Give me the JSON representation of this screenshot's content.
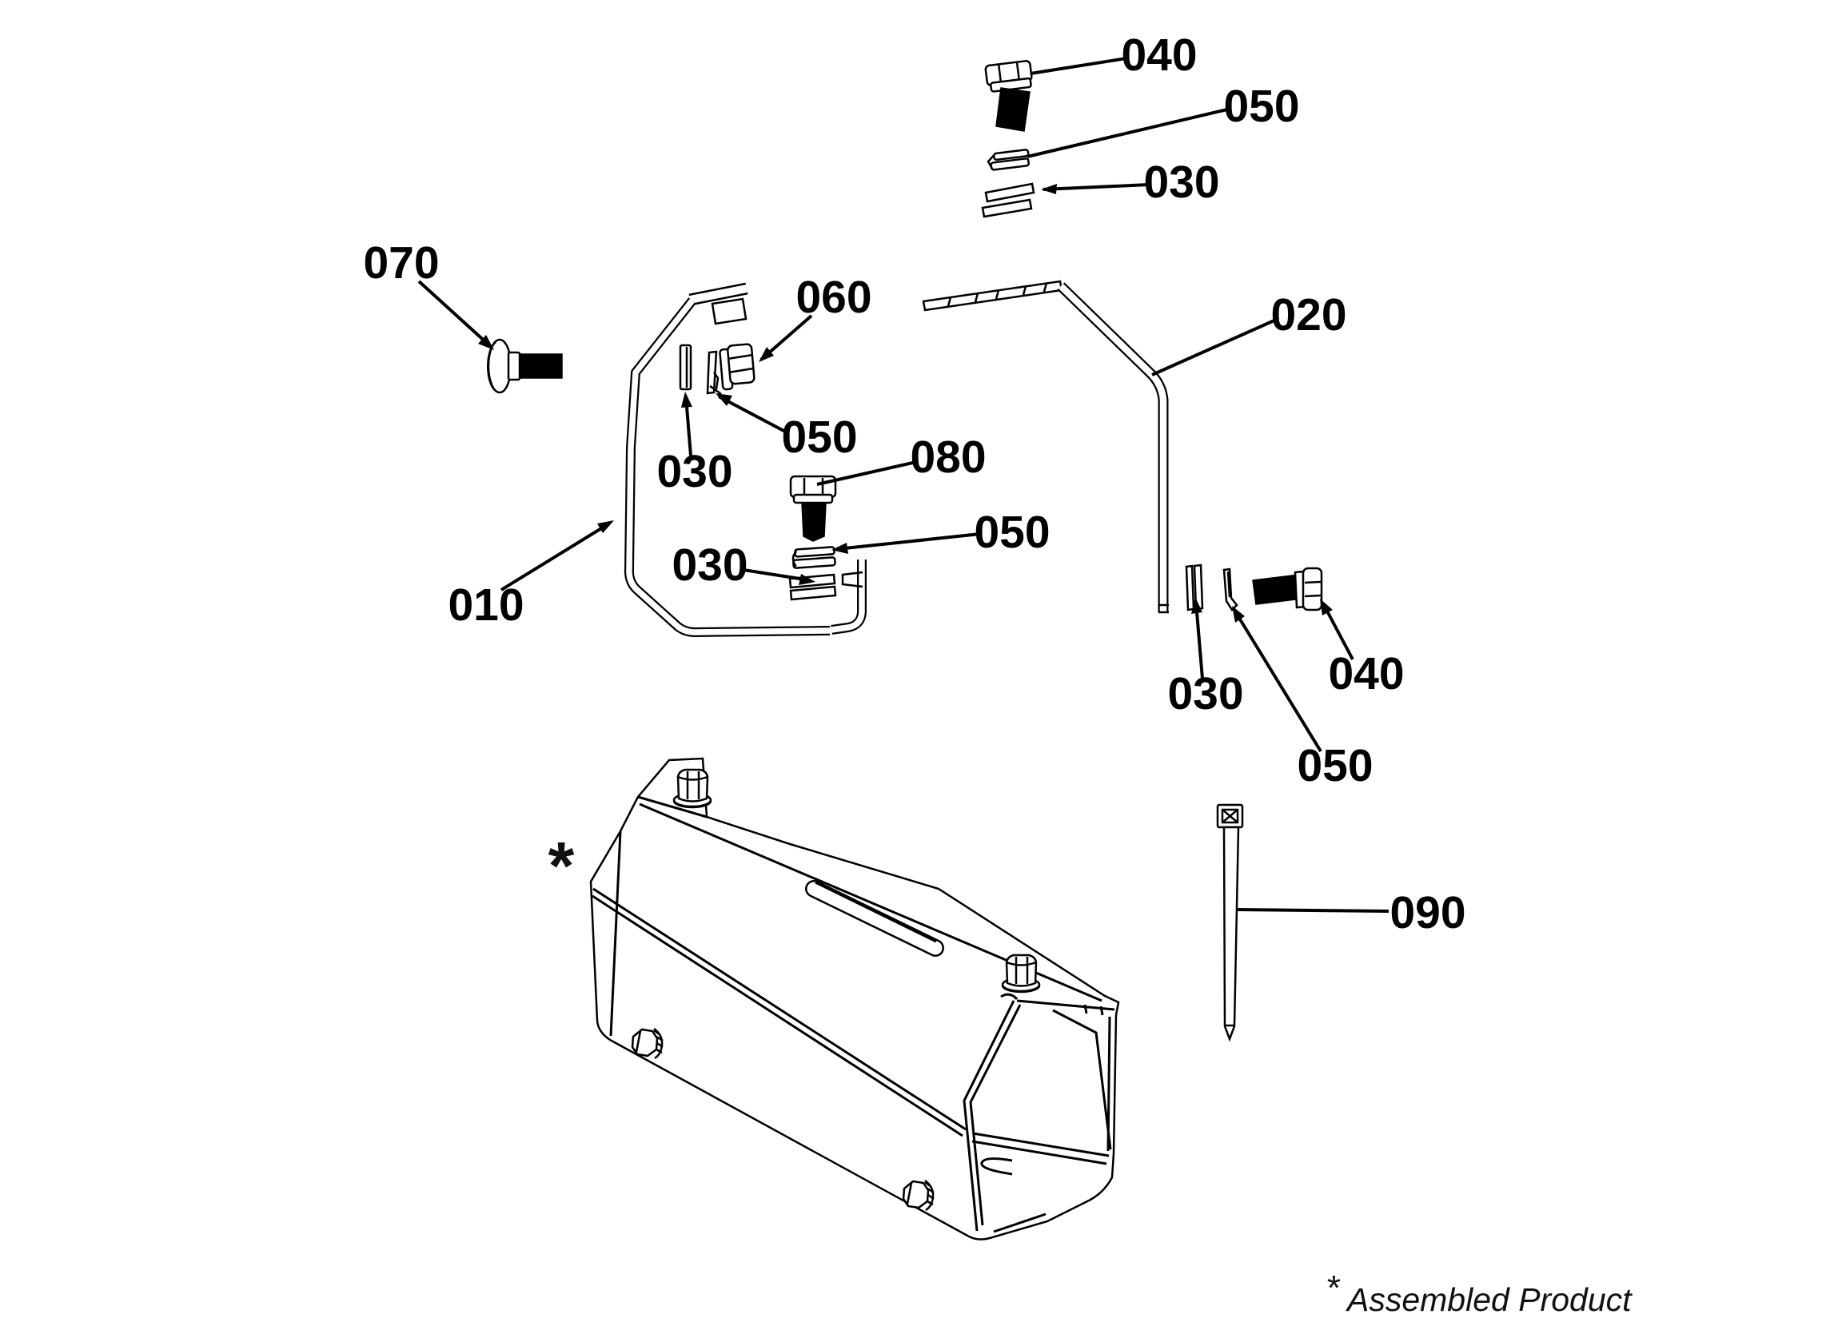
{
  "diagram": {
    "type": "exploded-parts-diagram",
    "background": "#ffffff",
    "line_color": "#000000",
    "assembled_marker": "*",
    "footnote": {
      "marker": "*",
      "text": "Assembled Product"
    }
  },
  "callouts": {
    "c040_top": "040",
    "c050_top": "050",
    "c030_top": "030",
    "c070": "070",
    "c060": "060",
    "c050_mid_left": "050",
    "c030_mid_upper": "030",
    "c010": "010",
    "c080": "080",
    "c050_mid_right": "050",
    "c030_mid_lower": "030",
    "c020": "020",
    "c030_right": "030",
    "c050_right": "050",
    "c040_right": "040",
    "c090": "090"
  },
  "parts": [
    {
      "number": "010",
      "shape": "bent-strap-bracket"
    },
    {
      "number": "020",
      "shape": "long-bent-support-rod"
    },
    {
      "number": "030",
      "shape": "flat-strip-shim-pair"
    },
    {
      "number": "040",
      "shape": "hex-flange-bolt"
    },
    {
      "number": "050",
      "shape": "retainer-clip"
    },
    {
      "number": "060",
      "shape": "hex-flange-nut"
    },
    {
      "number": "070",
      "shape": "round-head-carriage-bolt"
    },
    {
      "number": "080",
      "shape": "hex-flange-bolt-down"
    },
    {
      "number": "090",
      "shape": "cable-tie"
    },
    {
      "number": "*",
      "shape": "assembled-cover-housing"
    }
  ]
}
